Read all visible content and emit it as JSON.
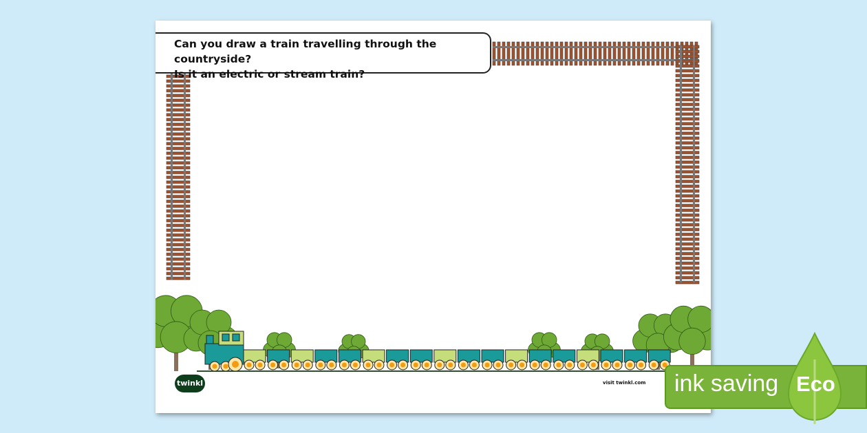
{
  "worksheet": {
    "prompt_line1": "Can you draw a train travelling through the countryside?",
    "prompt_line2": "Is it an electric or stream train?",
    "logo_text": "twinkl",
    "footer_link": "visit twinkl.com"
  },
  "badge": {
    "label": "ink saving",
    "eco": "Eco"
  },
  "colors": {
    "background": "#cfeaf8",
    "teal": "#1a9a98",
    "lime": "#c5dd7b",
    "wheel": "#f39c12",
    "badge_green": "#7ab33a",
    "track": "#a0522d"
  },
  "train": {
    "car_colors": [
      "lime",
      "teal",
      "lime",
      "teal",
      "teal",
      "lime",
      "teal",
      "teal",
      "lime",
      "teal",
      "teal",
      "lime",
      "teal",
      "teal",
      "lime",
      "teal",
      "teal",
      "teal"
    ]
  }
}
